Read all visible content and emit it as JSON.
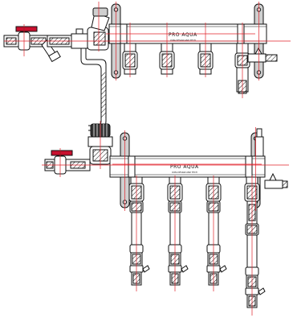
{
  "upper_manifold": {
    "brand_label": "PRO AQUA",
    "fine_print": "ICMA DESIGN AND TECH"
  },
  "lower_manifold": {
    "brand_label": "PRO AQUA",
    "fine_print": "ICMA DESIGN AND TECH"
  },
  "colors": {
    "outline": "#111111",
    "axis_lines": "#e0212a",
    "bracket_fill": "#cfcfcf",
    "valve_handle": "#c8102e",
    "body_fill": "#ffffff"
  },
  "icons": [
    "ball-valve-icon",
    "strainer-icon",
    "balancing-valve-icon",
    "air-vent-icon",
    "mixing-valve-icon",
    "pipe-coupling-icon"
  ]
}
